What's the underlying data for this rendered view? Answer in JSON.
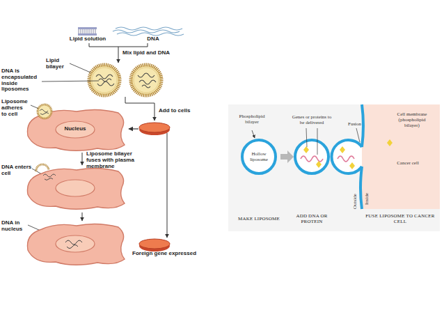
{
  "diagram": {
    "nodes": [
      {
        "text": [
          "Nucleus"
        ]
      },
      {
        "text": [
          "Foreign gene expressed"
        ]
      },
      {
        "text": [
          "Hollow liposome"
        ]
      },
      {
        "text": [
          "Cancer cell"
        ]
      }
    ],
    "labels": [
      "Lipid solution",
      "DNA",
      "Mix lipid and DNA",
      "Lipid bilayer",
      "DNA is encapsulated inside liposomes",
      "Liposome adheres to cell",
      "Add to cells",
      "Liposome bilayer fuses with plasma membrane",
      "DNA enters cell",
      "DNA in nucleus",
      "Phospholipid bilayer",
      "Genes or proteins to be delivered",
      "Fusion",
      "Cell membrane (phospholipid bilayer)",
      "Outside",
      "Inside",
      "MAKE LIPOSOME",
      "ADD DNA OR PROTEIN",
      "FUSE LIPOSOME TO CANCER CELL"
    ]
  }
}
